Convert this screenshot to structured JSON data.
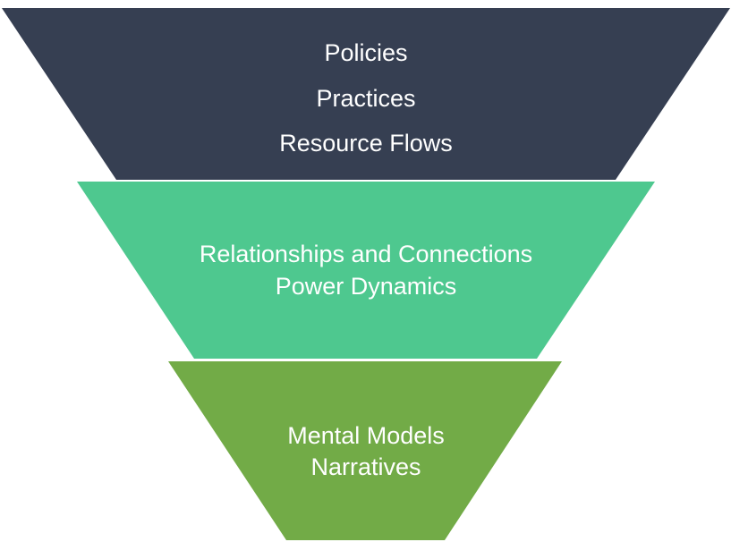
{
  "diagram": {
    "type": "inverted-funnel",
    "layers": [
      {
        "color": "#363f52",
        "lines": [
          "Policies",
          "Practices",
          "Resource Flows"
        ]
      },
      {
        "color": "#4ec88f",
        "lines": [
          "Relationships and Connections",
          "Power Dynamics"
        ]
      },
      {
        "color": "#72ab47",
        "lines": [
          "Mental Models",
          "Narratives"
        ]
      }
    ]
  }
}
